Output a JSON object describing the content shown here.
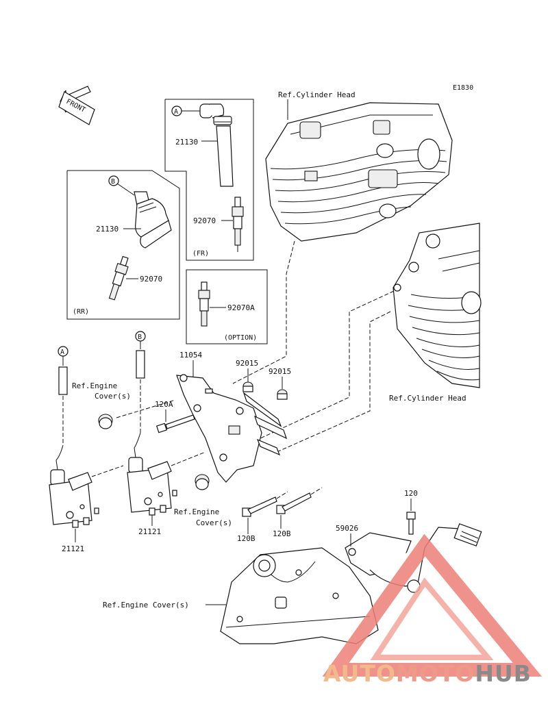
{
  "diagram_code": "E1830",
  "front_label": "FRONT",
  "callouts": {
    "a_top": "A",
    "b_top": "B",
    "a_lead": "A",
    "b_lead": "B"
  },
  "boxes": {
    "fr": "(FR)",
    "rr": "(RR)",
    "option": "(OPTION)"
  },
  "labels": {
    "ref_cylinder_head_top": "Ref.Cylinder Head",
    "ref_cylinder_head_right": "Ref.Cylinder Head",
    "part_21130_fr": "21130",
    "part_92070_fr": "92070",
    "part_21130_rr": "21130",
    "part_92070_rr": "92070",
    "part_92070a": "92070A",
    "part_11054": "11054",
    "part_92015_a": "92015",
    "part_92015_b": "92015",
    "ref_engine_cover_left_1": "Ref.Engine",
    "ref_engine_cover_left_2": "Cover(s)",
    "part_120a": "120A",
    "ref_engine_cover_mid_1": "Ref.Engine",
    "ref_engine_cover_mid_2": "Cover(s)",
    "part_120b_a": "120B",
    "part_120b_b": "120B",
    "part_21121_a": "21121",
    "part_21121_b": "21121",
    "part_120": "120",
    "part_59026": "59026",
    "ref_engine_covers_bottom": "Ref.Engine Cover(s)"
  },
  "watermark": {
    "part1": "AUTO",
    "part2": "MOTO",
    "part3": "HUB",
    "color1": "#f2b98a",
    "color2": "#ee9a8a",
    "color3": "#8a8a8a"
  }
}
